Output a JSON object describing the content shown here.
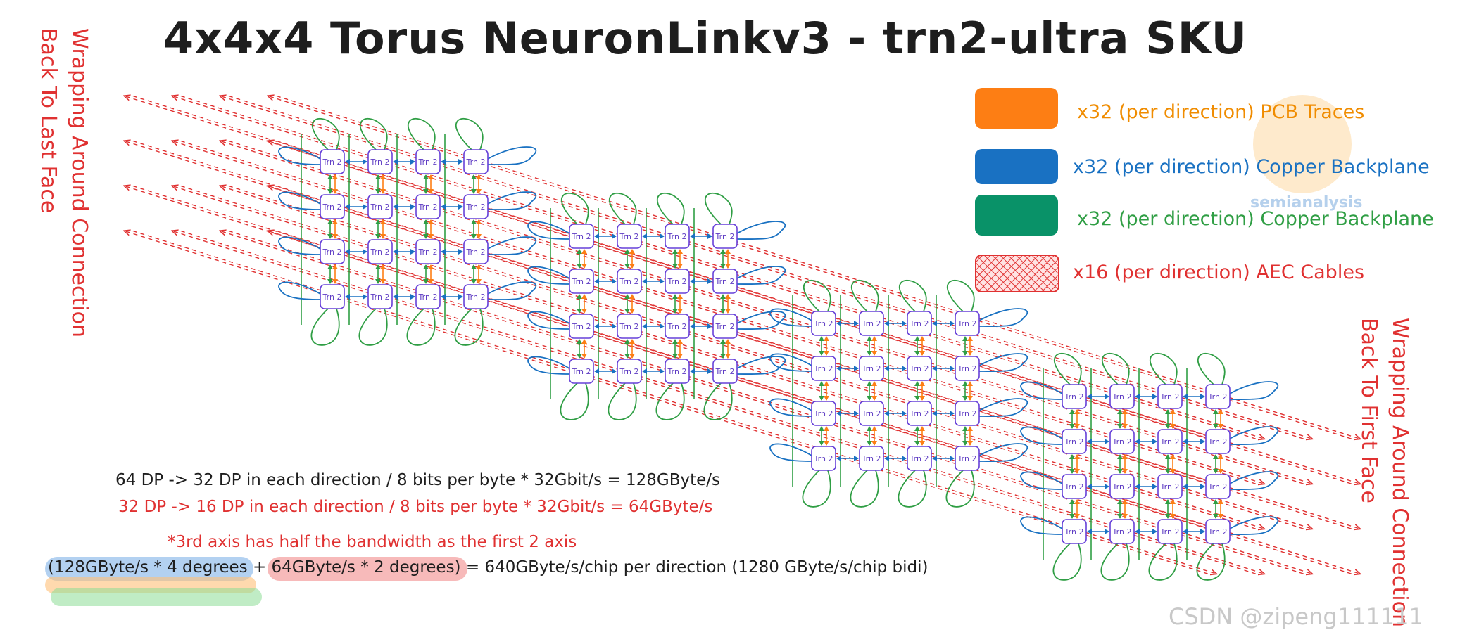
{
  "title": "4x4x4 Torus NeuronLinkv3 - trn2-ultra SKU",
  "wrap_left": [
    "Wrapping Around Connection",
    "Back To Last Face"
  ],
  "wrap_right": [
    "Wrapping Around Connection",
    "Back To First Face"
  ],
  "chip_label": "Trn 2",
  "legend": [
    {
      "label": "x32 (per direction) PCB Traces",
      "color": "#fd7e14",
      "style": "solid"
    },
    {
      "label": "x32 (per direction) Copper Backplane",
      "color": "#1971c2",
      "style": "solid"
    },
    {
      "label": "x32 (per direction) Copper Backplane",
      "color": "#099268",
      "style": "solid"
    },
    {
      "label": "x16 (per direction) AEC Cables",
      "color": "#e03131",
      "style": "hatched"
    }
  ],
  "formulas": {
    "line1": "64 DP -> 32 DP in each direction / 8 bits per byte * 32Gbit/s = 128GByte/s",
    "line2": "32 DP -> 16 DP in each direction / 8 bits per byte * 32Gbit/s = 64GByte/s",
    "note": "*3rd axis has half the bandwidth as the first 2 axis",
    "total": "(128GByte/s * 4 degrees + 64GByte/s * 2 degrees) = 640GByte/s/chip per direction (1280 GByte/s/chip bidi)"
  },
  "logo_text": "semianalysis",
  "watermark": "CSDN @zipeng111111",
  "colors": {
    "pcb": "#fd7e14",
    "blue": "#1971c2",
    "green": "#2f9e44",
    "aec": "#e03131",
    "chip_border": "#6741d9",
    "chip_text": "#5f3dc4"
  }
}
